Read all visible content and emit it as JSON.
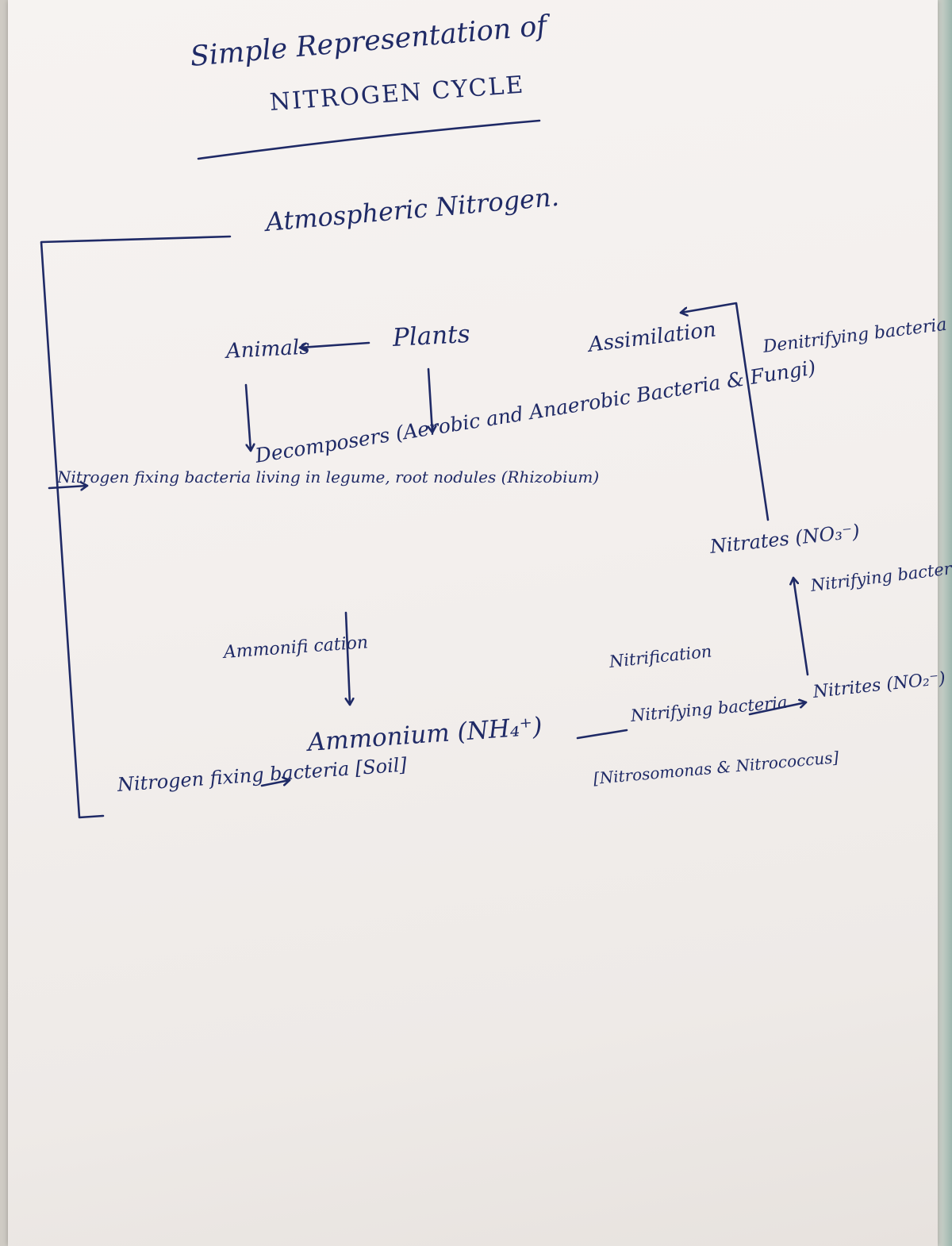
{
  "title": {
    "line1": "Simple Representation of",
    "line2": "NITROGEN CYCLE"
  },
  "nodes": {
    "atmospheric_nitrogen": "Atmospheric Nitrogen.",
    "animals": "Animals",
    "plants": "Plants",
    "assimilation": "Assimilation",
    "denitrifying_bacteria": "Denitrifying\nbacteria\nPseudomonas\n&\nThiobacillus",
    "decomposers": "Decomposers (Aerobic and\nAnaerobic Bacteria &\nFungi)",
    "nitrogen_fixing_legume": "Nitrogen\nfixing bacteria\nliving in\nlegume, root\nnodules\n(Rhizobium)",
    "nitrates": "Nitrates (NO₃⁻)",
    "nitrifying_bacteria_upper": "Nitrifying\nbacteria",
    "ammonification": "Ammonifi\ncation",
    "nitrification": "Nitrification",
    "nitrites": "Nitrites\n(NO₂⁻)",
    "nitrifying_bacteria_lower": "Nitrifying\nbacteria",
    "ammonium": "Ammonium (NH₄⁺)",
    "nitrosomonas_nitrococcus": "[Nitrosomonas &\nNitrococcus]",
    "nitrogen_fixing_soil": "Nitrogen\nfixing\nbacteria [Soil]"
  },
  "colors": {
    "ink": "#1f2a66",
    "paper": "#f4f1ef"
  }
}
